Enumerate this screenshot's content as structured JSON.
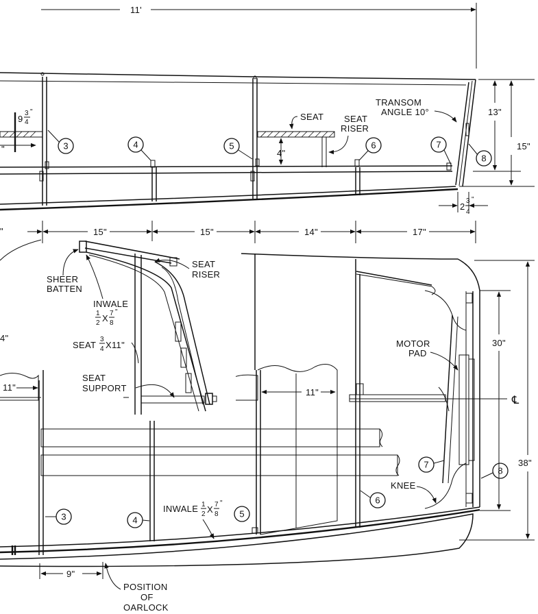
{
  "side_view": {
    "overall_length": "11'",
    "transom_label_1": "TRANSOM",
    "transom_label_2": "ANGLE 10°",
    "seat": "SEAT",
    "seat_riser_1": "SEAT",
    "seat_riser_2": "RISER",
    "seat_height": "4\"",
    "dim_13": "13\"",
    "dim_15": "15\"",
    "dim_9_whole": "9",
    "dim_9_num": "3",
    "dim_9_den": "4",
    "dim_2_whole": "2",
    "dim_2_num": "3",
    "dim_2_den": "4",
    "frames": [
      "3",
      "4",
      "5",
      "6",
      "7",
      "8"
    ]
  },
  "spacing_row": {
    "d1": "15\"",
    "d2": "15\"",
    "d3": "14\"",
    "d4": "17\""
  },
  "detail": {
    "sheer_batten_1": "SHEER",
    "sheer_batten_2": "BATTEN",
    "inwale": "INWALE",
    "inwale_n1": "1",
    "inwale_d1": "2",
    "inwale_n2": "7",
    "inwale_d2": "8",
    "seat": "SEAT",
    "seat_n": "3",
    "seat_d": "4",
    "seat_x": "X11\"",
    "seat_support_1": "SEAT",
    "seat_support_2": "SUPPORT",
    "seat_riser_1": "SEAT",
    "seat_riser_2": "RISER"
  },
  "plan_view": {
    "motor_pad_1": "MOTOR",
    "motor_pad_2": "PAD",
    "dim_30": "30\"",
    "dim_38": "38\"",
    "dim_11_left": "11\"",
    "dim_11_mid": "11\"",
    "dim_4_left": "4\"",
    "centerline": "℄",
    "knee": "KNEE",
    "inwale": "INWALE",
    "inwale_n1": "1",
    "inwale_d1": "2",
    "inwale_n2": "7",
    "inwale_d2": "8",
    "dim_9": "9\"",
    "oarlock_1": "POSITION",
    "oarlock_2": "OF",
    "oarlock_3": "OARLOCK",
    "frames": [
      "3",
      "4",
      "5",
      "6",
      "7",
      "8"
    ]
  }
}
